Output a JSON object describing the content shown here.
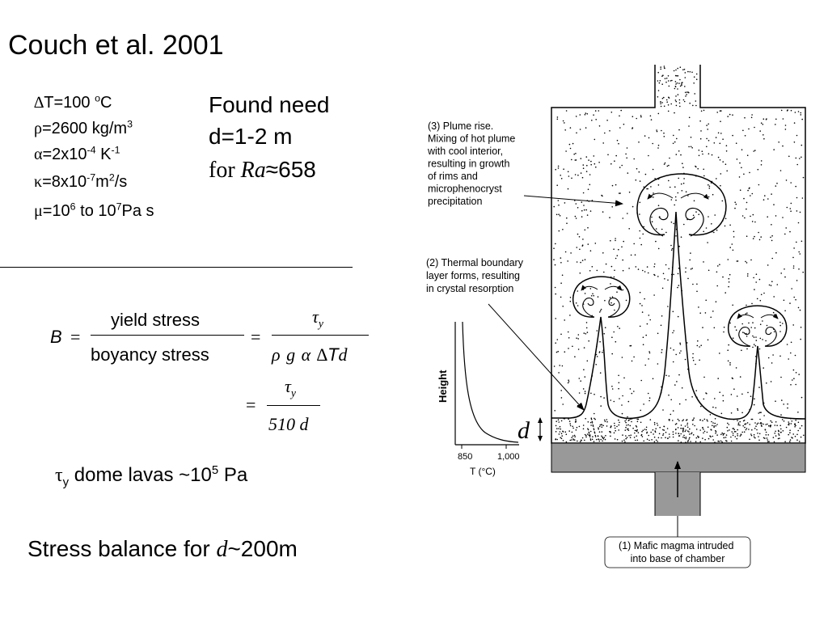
{
  "title": "Couch et al. 2001",
  "params": {
    "delta": "∆",
    "dT_a": "T=100 ",
    "dT_sup": "o",
    "dT_b": "C",
    "rho_sym": "ρ",
    "rho_a": "=2600 kg/m",
    "rho_sup": "3",
    "alpha_sym": "α",
    "alpha_a": "=2x10",
    "alpha_sup1": "-4",
    "alpha_b": " K",
    "alpha_sup2": "-1",
    "kappa_sym": "κ",
    "kappa_a": "=8x10",
    "kappa_sup1": "-7",
    "kappa_b": "m",
    "kappa_sup2": "2",
    "kappa_c": "/s",
    "mu_sym": "μ",
    "mu_a": "=10",
    "mu_sup1": "6",
    "mu_b": " to 10",
    "mu_sup2": "7",
    "mu_c": "Pa s"
  },
  "found": {
    "line1": "Found need",
    "line2": "d=1-2 m",
    "for": "for ",
    "ra": "Ra",
    "value": "≈658"
  },
  "equation": {
    "b": "B",
    "eq1": "=",
    "num1": "yield stress",
    "den1": "boyancy stress",
    "eq2": "=",
    "tau": "τ",
    "tau_sub": "y",
    "den2_rho": "ρ",
    "den2_g": "g",
    "den2_alpha": "α",
    "den2_delta": "∆",
    "den2_T": "T",
    "den2_d": "d",
    "eq3": "=",
    "den3": "510 d"
  },
  "tau_line": {
    "sym": "τ",
    "sub": "y",
    "text": " dome lavas ~10",
    "sup": "5",
    "unit": " Pa"
  },
  "stress": {
    "a": "Stress balance for ",
    "d": "d",
    "b": "~200m"
  },
  "diagram": {
    "label3": [
      "(3) Plume rise.",
      "Mixing of hot plume",
      "with cool interior,",
      "resulting in growth",
      "of rims and",
      "microphenocryst",
      "precipitation"
    ],
    "label2": [
      "(2) Thermal boundary",
      "layer forms, resulting",
      "in crystal resorption"
    ],
    "label1": [
      "(1) Mafic magma intruded",
      "into base of chamber"
    ],
    "graph_ylabel": "Height",
    "graph_tick1": "850",
    "graph_tick2": "1,000",
    "graph_xlabel": "T (°C)",
    "d_label": "d",
    "hot_fill": "#999999"
  }
}
